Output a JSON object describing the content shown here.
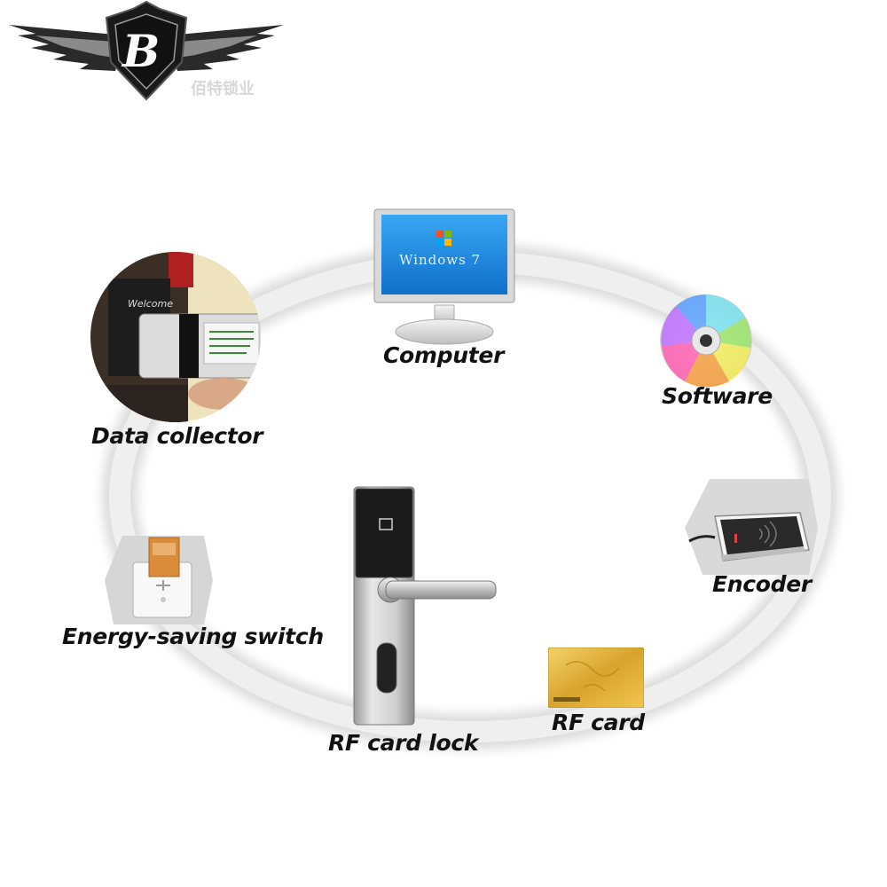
{
  "brand": {
    "logo_letter": "B",
    "logo_text": "佰特锁业"
  },
  "labels": {
    "computer": "Computer",
    "software": "Software",
    "data_collector": "Data collector",
    "encoder": "Encoder",
    "energy_switch": "Energy-saving switch",
    "rf_card": "RF card",
    "rf_card_lock": "RF card lock"
  },
  "screen_text": "Windows 7",
  "collector_text": "Welcome",
  "icons": [
    "computer-icon",
    "cd-icon",
    "data-collector-icon",
    "encoder-icon",
    "energy-switch-icon",
    "rf-card-icon",
    "door-lock-icon"
  ],
  "colors": {
    "ring": "#e9e9e9",
    "screen": "#1e8fe8",
    "card_gold": "#e2b53a",
    "logo_dark": "#1a1a1a"
  }
}
